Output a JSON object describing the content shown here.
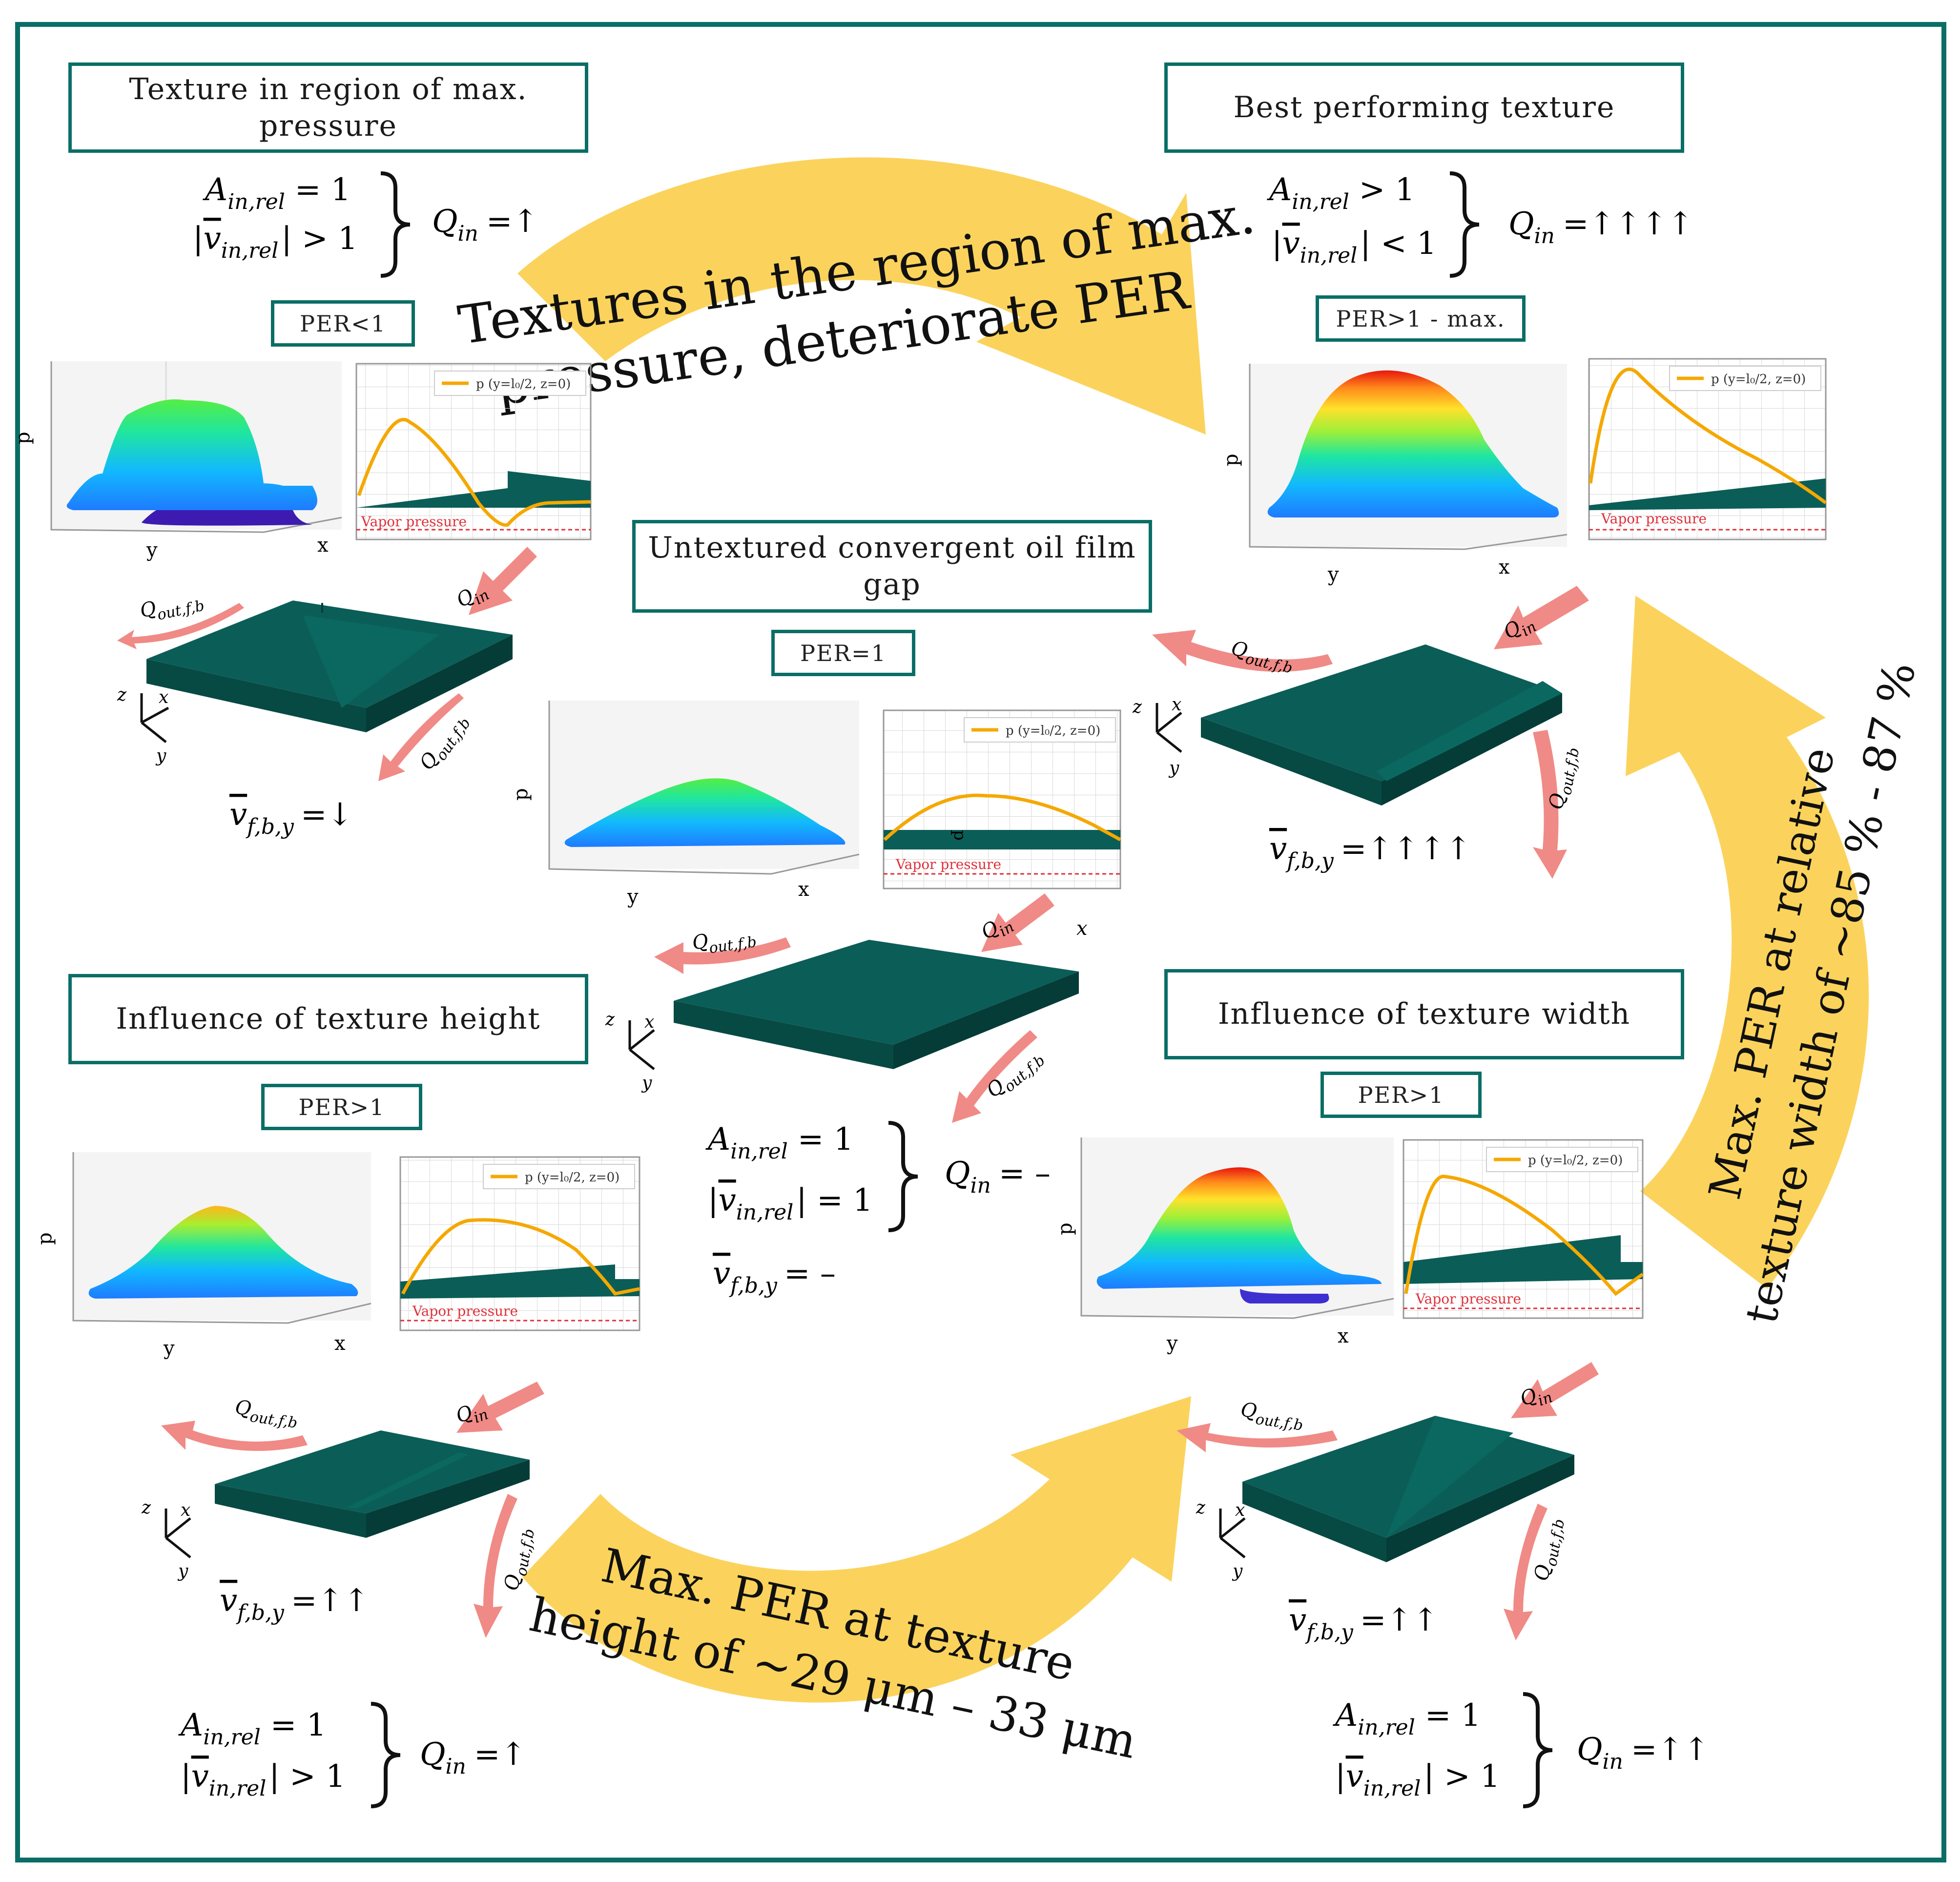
{
  "boxes": {
    "max_pressure": "Texture in region of max. pressure",
    "best": "Best performing texture",
    "untextured": "Untextured convergent oil film gap",
    "height": "Influence of texture height",
    "width": "Influence of texture width"
  },
  "per": {
    "max_pressure": "PER<1",
    "best": "PER>1  - max.",
    "untextured": "PER=1",
    "height": "PER>1",
    "width": "PER>1"
  },
  "arrows": {
    "top_line1": "Textures in the region of max.",
    "top_line2": "pressure, deteriorate PER",
    "right_line1": "Max. PER at relative",
    "right_line2": "texture width of ~85 % - 87 %",
    "bottom_line1": "Max. PER at texture",
    "bottom_line2": "height of ~29 μm – 33 μm"
  },
  "symbols": {
    "A": "A",
    "A_sub": "in,rel",
    "v": "v",
    "v_sub": "in,rel",
    "Q": "Q",
    "Q_in_sub": "in",
    "Q_out_sub": "out,f,b",
    "vfb": "v",
    "vfb_sub": "f,b,y"
  },
  "formulas": {
    "max_pressure": {
      "a_rhs": "= 1",
      "v_rhs": "| > 1",
      "q_rhs": "=↑",
      "vfb_rhs": "=↓"
    },
    "best": {
      "a_rhs": "> 1",
      "v_rhs": "| < 1",
      "q_rhs": "=↑↑↑↑",
      "vfb_rhs": "=↑↑↑↑"
    },
    "untextured": {
      "a_rhs": "= 1",
      "v_rhs": "| = 1",
      "q_rhs": "= –",
      "vfb_rhs": "= –"
    },
    "height": {
      "a_rhs": "= 1",
      "v_rhs": "| > 1",
      "q_rhs": "=↑",
      "vfb_rhs": "=↑↑"
    },
    "width": {
      "a_rhs": "= 1",
      "v_rhs": "| > 1",
      "q_rhs": "=↑↑",
      "vfb_rhs": "=↑↑"
    }
  },
  "plots": {
    "p_axis": "p",
    "x_axis": "x",
    "y_axis": "y",
    "legend": "p (y=l₀/2, z=0)",
    "vapor": "Vapor pressure"
  },
  "colors": {
    "frame": "#0a6e66",
    "surface": "#0b5e57",
    "gold": "#fbd35c",
    "flow_arrow": "#f08a86",
    "curve": "#f5a800",
    "vapor_line": "#e0303a"
  }
}
